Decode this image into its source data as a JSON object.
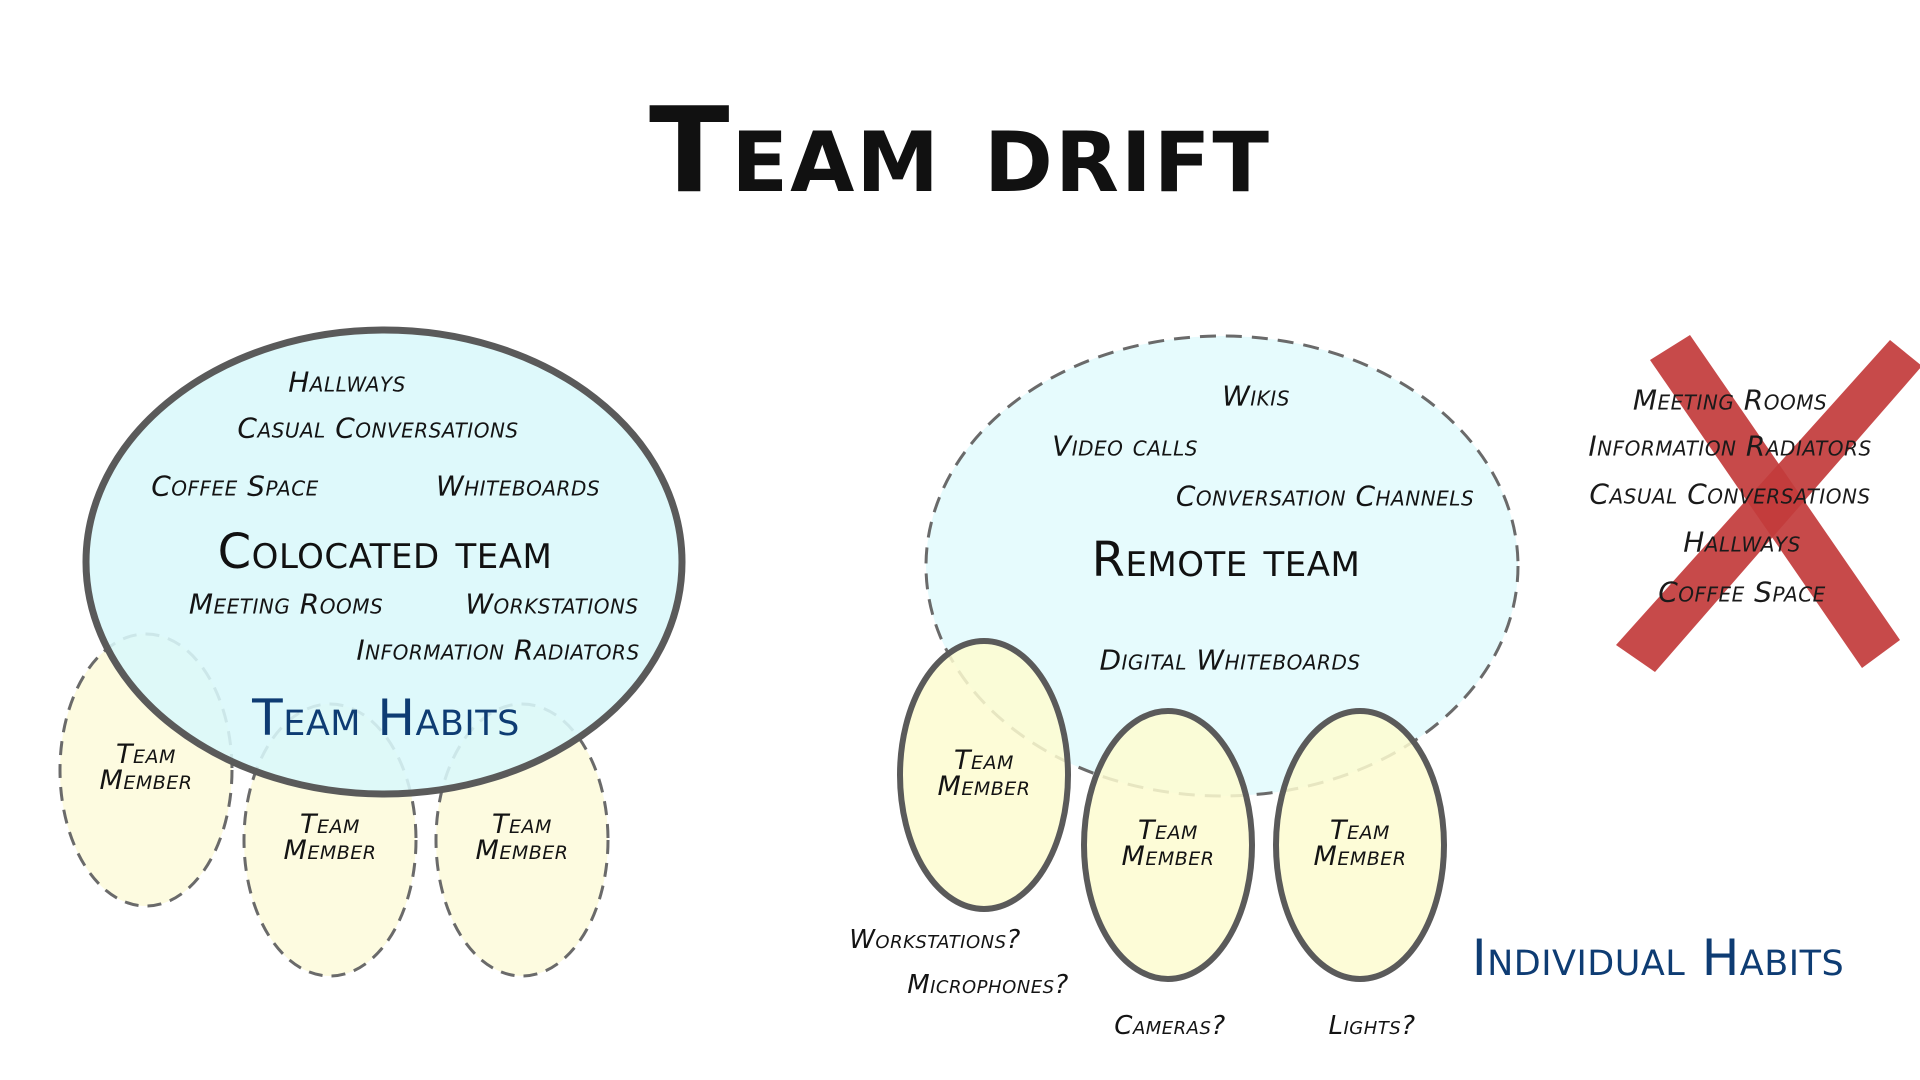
{
  "title": "Team drift",
  "colocated": {
    "label": "Colocated team",
    "items": {
      "hallways": "Hallways",
      "casual": "Casual Conversations",
      "coffee": "Coffee Space",
      "whiteboards": "Whiteboards",
      "meeting": "Meeting Rooms",
      "workstations": "Workstations",
      "radiators": "Information Radiators"
    },
    "habits": "Team Habits",
    "members": [
      "Team\nMember",
      "Team\nMember",
      "Team\nMember"
    ]
  },
  "remote": {
    "label": "Remote team",
    "items": {
      "wikis": "Wikis",
      "video": "Video calls",
      "channels": "Conversation Channels",
      "digital": "Digital Whiteboards"
    },
    "members": [
      "Team\nMember",
      "Team\nMember",
      "Team\nMember"
    ],
    "questions": {
      "workstations": "Workstations?",
      "microphones": "Microphones?",
      "cameras": "Cameras?",
      "lights": "Lights?"
    },
    "habits": "Individual Habits"
  },
  "crossed_out": [
    "Meeting Rooms",
    "Information Radiators",
    "Casual Conversations",
    "Hallways",
    "Coffee Space"
  ],
  "colors": {
    "team_fill": "#d9f8fb",
    "member_fill": "#fdfbd9",
    "outline": "#5a5a5a",
    "habit_text": "#0e3c73",
    "cross": "#c23b3b"
  }
}
